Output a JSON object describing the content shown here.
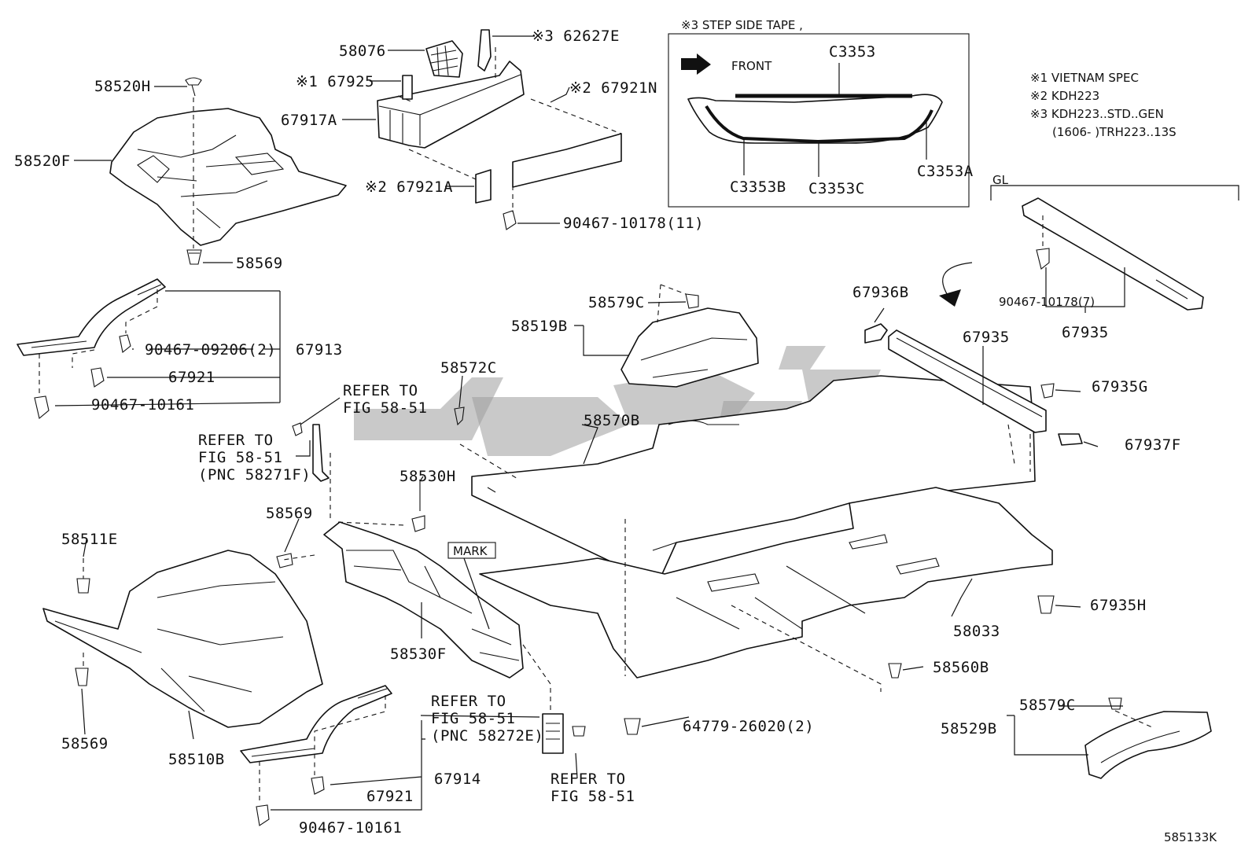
{
  "labels": {
    "l_58076": "58076",
    "l_62627E": "※3 62627E",
    "l_58520H": "58520H",
    "l_67925": "※1 67925",
    "l_67921N": "※2 67921N",
    "l_67917A": "67917A",
    "l_58520F": "58520F",
    "l_67921A": "※2 67921A",
    "l_90467_10178_11": "90467-10178(11)",
    "l_58569_top": "58569",
    "l_67913": "67913",
    "l_90467_09206": "90467-09206(2)",
    "l_67921_left": "67921",
    "l_90467_10161_top": "90467-10161",
    "l_58579C_top": "58579C",
    "l_58519B": "58519B",
    "l_58572C": "58572C",
    "l_refer_top_1": "REFER TO",
    "l_refer_top_2": "FIG 58-51",
    "l_refer_mid_1": "REFER TO",
    "l_refer_mid_2": "FIG 58-51",
    "l_refer_mid_3": "(PNC 58271F)",
    "l_58570B": "58570B",
    "l_58530H": "58530H",
    "l_58569_mid": "58569",
    "l_58511E": "58511E",
    "l_mark": "MARK",
    "l_58530F": "58530F",
    "l_58569_bot": "58569",
    "l_58510B": "58510B",
    "l_refer_bot_1": "REFER TO",
    "l_refer_bot_2": "FIG 58-51",
    "l_refer_bot_3": "(PNC 58272E)",
    "l_67914": "67914",
    "l_67921_bot": "67921",
    "l_90467_10161_bot": "90467-10161",
    "l_refer_bot2_1": "REFER TO",
    "l_refer_bot2_2": "FIG 58-51",
    "l_64779": "64779-26020(2)",
    "l_58560B": "58560B",
    "l_58033": "58033",
    "l_67935H": "67935H",
    "l_58579C_bot": "58579C",
    "l_58529B": "58529B",
    "l_67936B": "67936B",
    "l_67935_mid": "67935",
    "l_67935G": "67935G",
    "l_67937F": "67937F",
    "l_90467_10178_7": "90467-10178(7)",
    "l_67935_right": "67935",
    "l_gl": "GL",
    "l_footer": "585133K"
  },
  "inset": {
    "title": "※3 STEP SIDE TAPE ,",
    "front": "FRONT",
    "c3353": "C3353",
    "c3353b": "C3353B",
    "c3353c": "C3353C",
    "c3353a": "C3353A"
  },
  "notes": {
    "n1": "※1 VIETNAM SPEC",
    "n2": "※2 KDH223",
    "n3": "※3 KDH223..STD..GEN",
    "n4": "(1606-          )TRH223..13S"
  }
}
